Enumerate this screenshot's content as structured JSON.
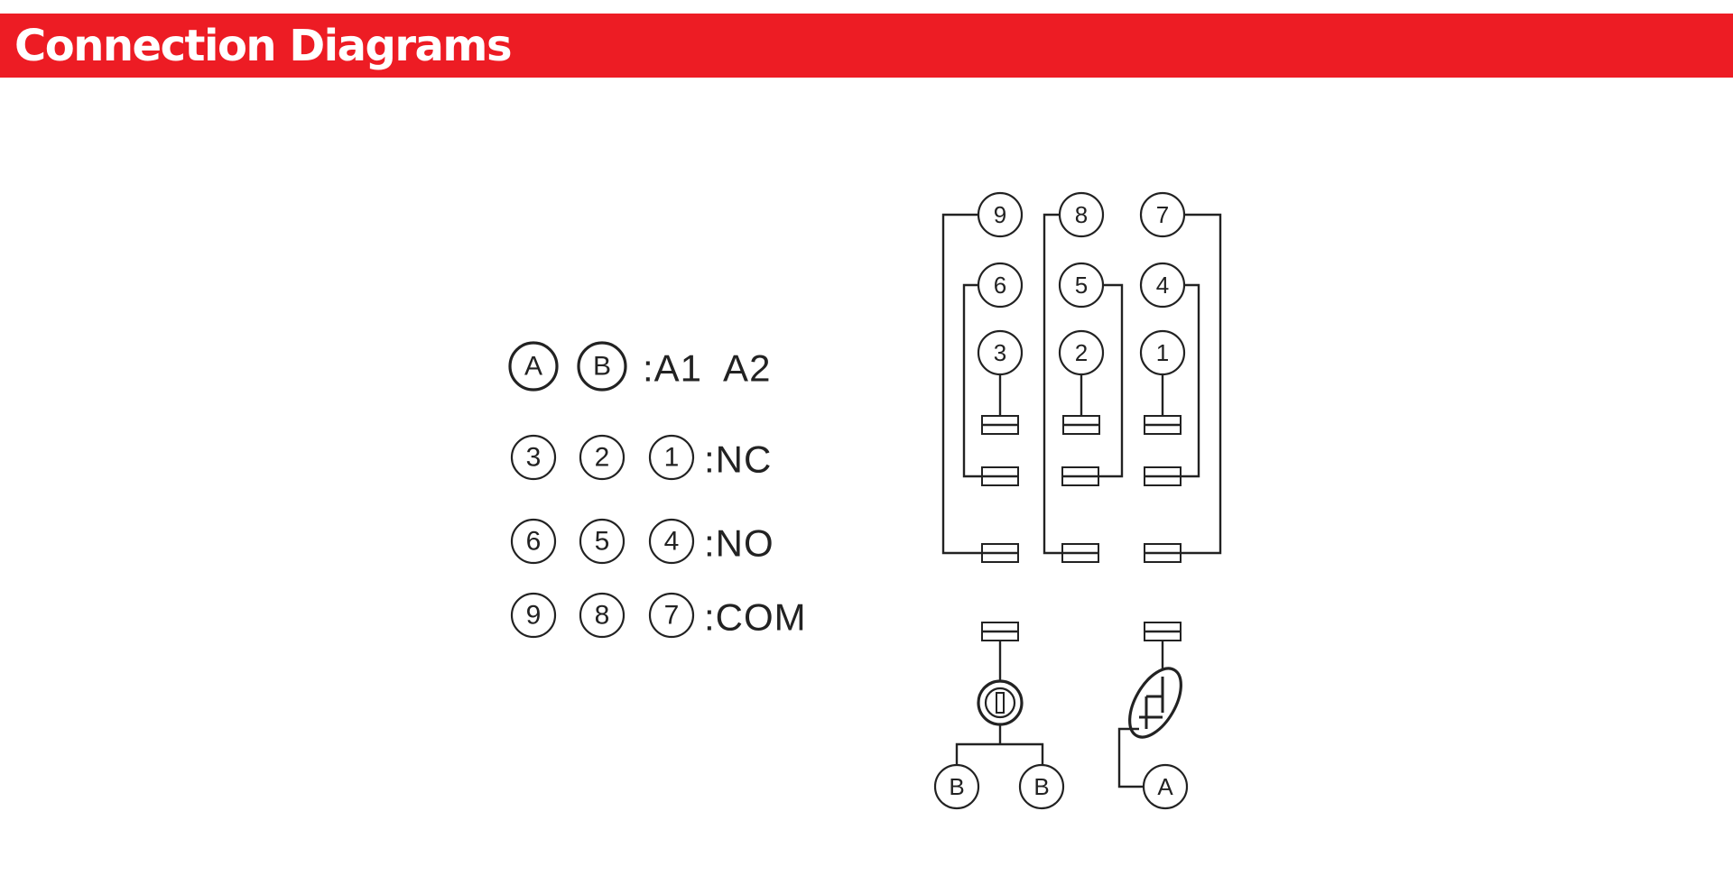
{
  "header": {
    "title": "Connection Diagrams"
  },
  "legend": {
    "rows": [
      {
        "pins": [
          "A",
          "B"
        ],
        "label": ":A1  A2"
      },
      {
        "pins": [
          "3",
          "2",
          "1"
        ],
        "label": ":NC"
      },
      {
        "pins": [
          "6",
          "5",
          "4"
        ],
        "label": ":NO"
      },
      {
        "pins": [
          "9",
          "8",
          "7"
        ],
        "label": ":COM"
      }
    ]
  },
  "diagram": {
    "com_pins": [
      "9",
      "8",
      "7"
    ],
    "no_pins": [
      "6",
      "5",
      "4"
    ],
    "nc_pins": [
      "3",
      "2",
      "1"
    ],
    "coil_left_pins": [
      "B",
      "B"
    ],
    "coil_right_pin": "A"
  },
  "colors": {
    "header": "#ed1c24",
    "ink": "#222222"
  }
}
